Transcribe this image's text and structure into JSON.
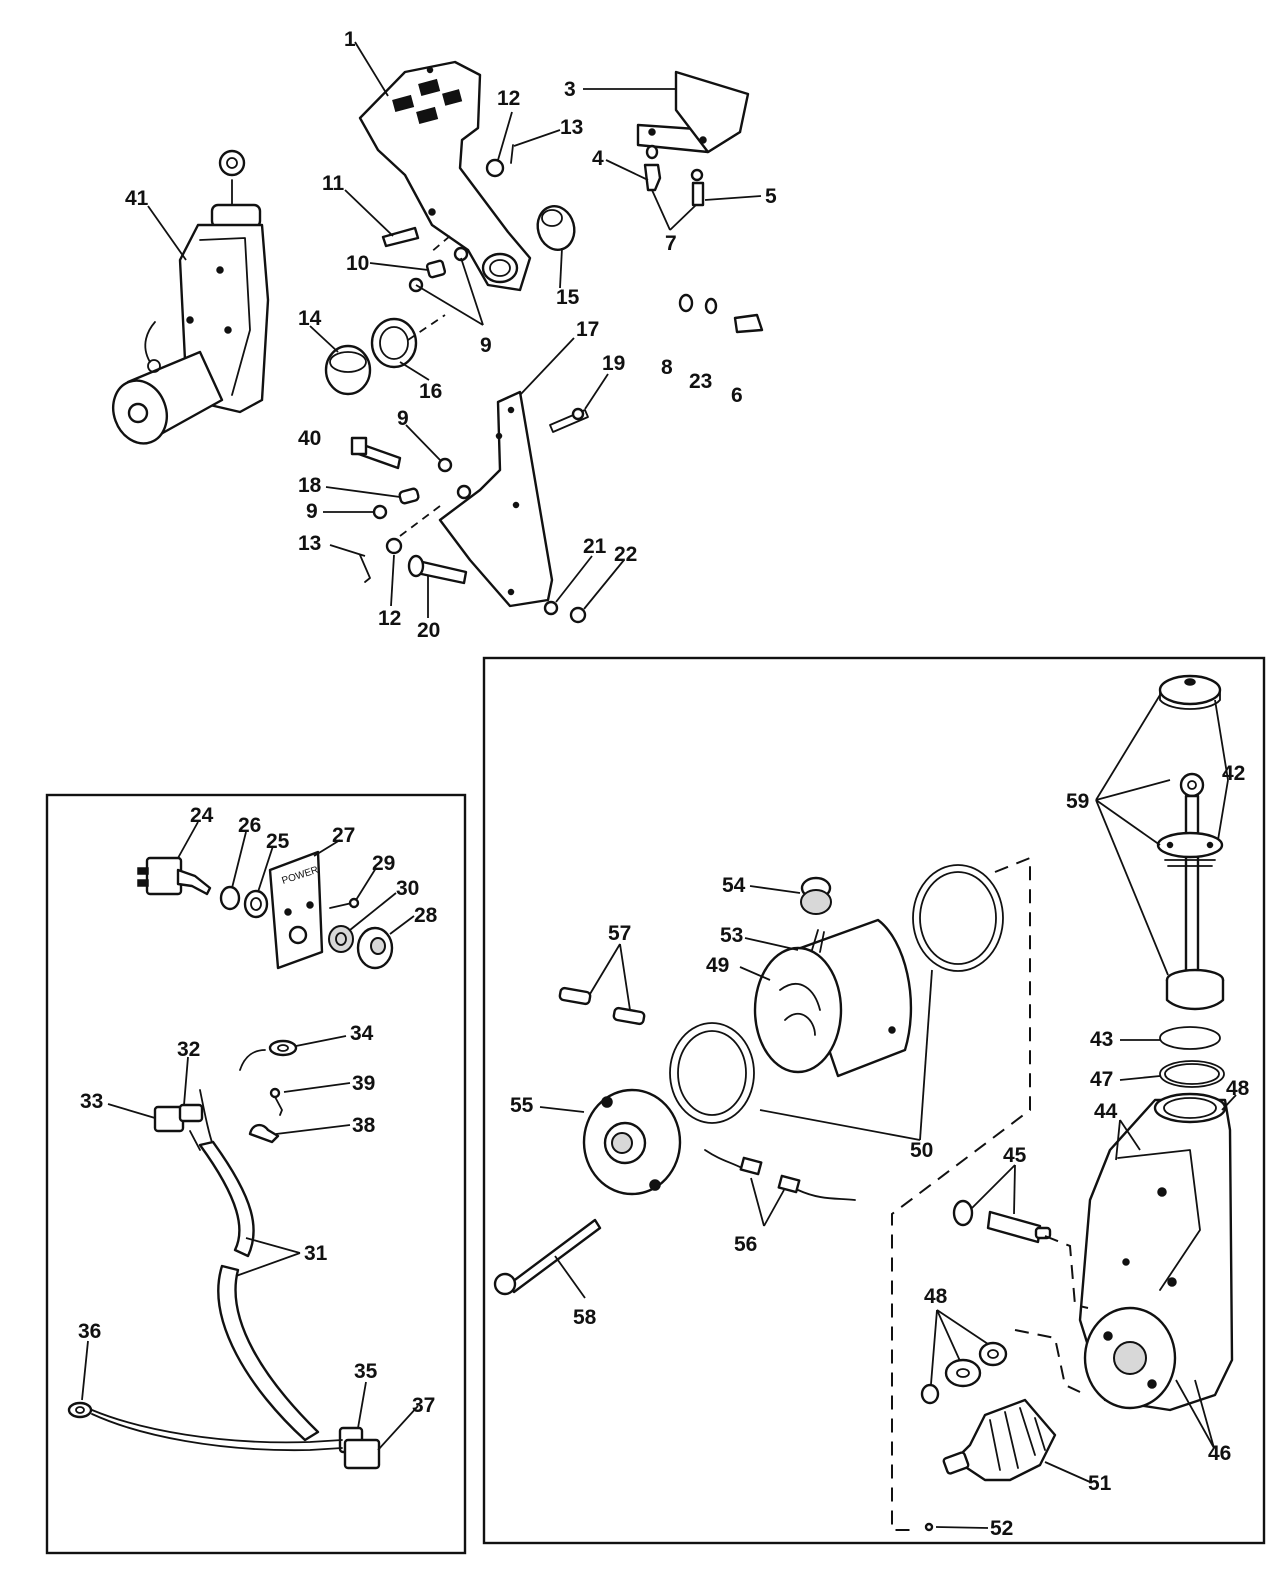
{
  "callouts": {
    "c1": "1",
    "c3": "3",
    "c4": "4",
    "c5": "5",
    "c6": "6",
    "c7": "7",
    "c8": "8",
    "c9a": "9",
    "c9b": "9",
    "c9c": "9",
    "c10": "10",
    "c11": "11",
    "c12a": "12",
    "c12b": "12",
    "c13a": "13",
    "c13b": "13",
    "c14": "14",
    "c15": "15",
    "c16": "16",
    "c17": "17",
    "c18": "18",
    "c19": "19",
    "c20": "20",
    "c21": "21",
    "c22": "22",
    "c23": "23",
    "c24": "24",
    "c25": "25",
    "c26": "26",
    "c27": "27",
    "c28": "28",
    "c29": "29",
    "c30": "30",
    "c31": "31",
    "c32": "32",
    "c33": "33",
    "c34": "34",
    "c35": "35",
    "c36": "36",
    "c37": "37",
    "c38": "38",
    "c39": "39",
    "c40": "40",
    "c41": "41",
    "c42": "42",
    "c43": "43",
    "c44": "44",
    "c45": "45",
    "c46": "46",
    "c47": "47",
    "c48a": "48",
    "c48b": "48",
    "c49": "49",
    "c50": "50",
    "c51": "51",
    "c52": "52",
    "c53": "53",
    "c54": "54",
    "c55": "55",
    "c56": "56",
    "c57": "57",
    "c58": "58",
    "c59": "59"
  },
  "plate_text": "POWER"
}
